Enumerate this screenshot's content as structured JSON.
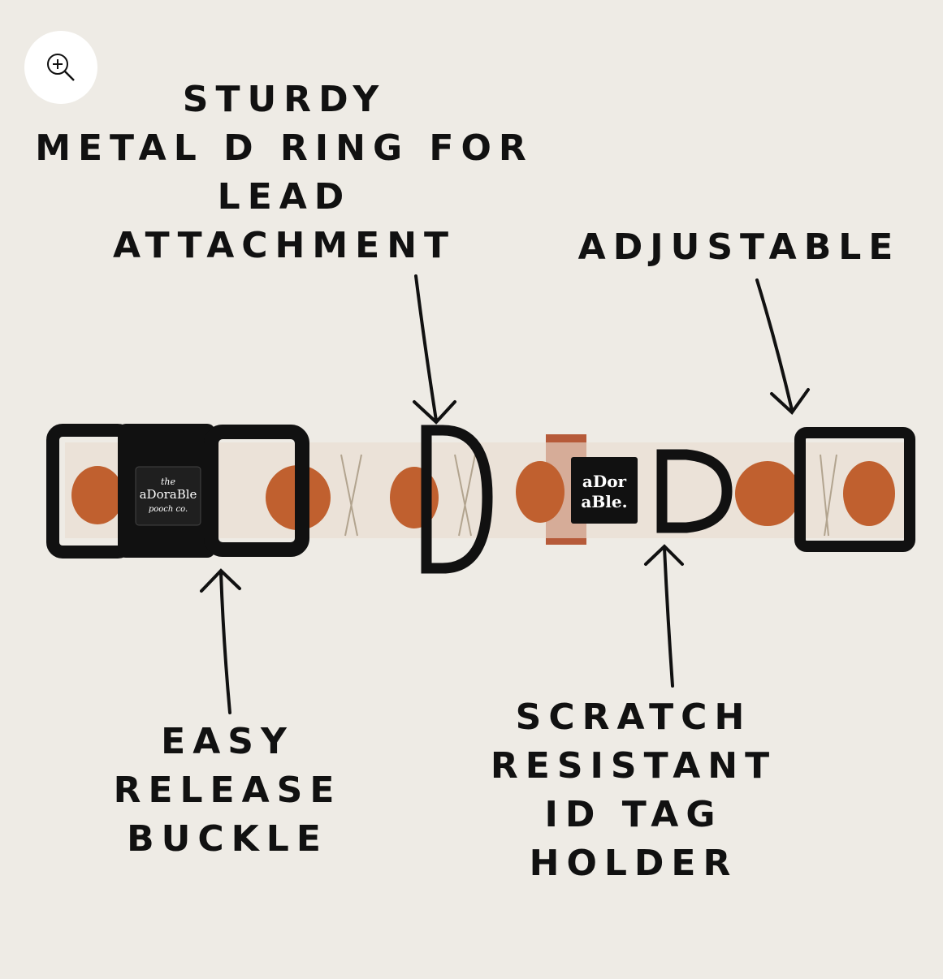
{
  "labels": {
    "d_ring": [
      "STURDY",
      "METAL D RING FOR",
      "LEAD",
      "ATTACHMENT"
    ],
    "adjustable": [
      "ADJUSTABLE"
    ],
    "buckle": [
      "EASY",
      "RELEASE",
      "BUCKLE"
    ],
    "tag_holder": [
      "SCRATCH",
      "RESISTANT",
      "ID TAG",
      "HOLDER"
    ]
  },
  "product": {
    "buckle_logo": [
      "the",
      "aDoraBle",
      "pooch co."
    ],
    "tag_logo": [
      "aDor",
      "aBle."
    ]
  },
  "controls": {
    "zoom_icon": "zoom-in-icon"
  },
  "colors": {
    "background": "#eeebe5",
    "pumpkin": "#c0602f",
    "strap": "#ebe2d8",
    "hardware": "#111111"
  }
}
